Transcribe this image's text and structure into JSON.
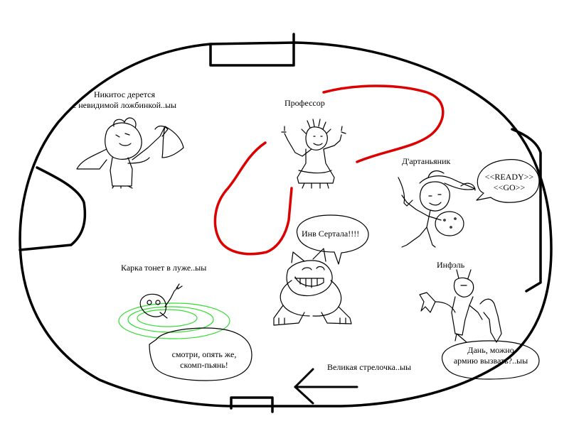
{
  "labels": {
    "nikitos_line1": "Никитос дерется",
    "nikitos_line2": "с невидимой ложбинкой..ыы",
    "professor": "Профессор",
    "dartanyan": "Д'артаньяник",
    "ready": "<<READY>>",
    "go": "<<GO>>",
    "inv": "Инв Сертала!!!!",
    "karka": "Карка тонет в луже..ыы",
    "infel": "Инфэль",
    "smotri_line1": "смотри, опять же,",
    "smotri_line2": "скомп-пьянь!",
    "arrow": "Великая стрелочка..ыы",
    "dan_line1": "Дань, можно",
    "dan_line2": "армию вызвать?..ыы"
  },
  "colors": {
    "ink": "#000000",
    "red_trail": "#dd0000",
    "puddle": "#33dd33"
  }
}
